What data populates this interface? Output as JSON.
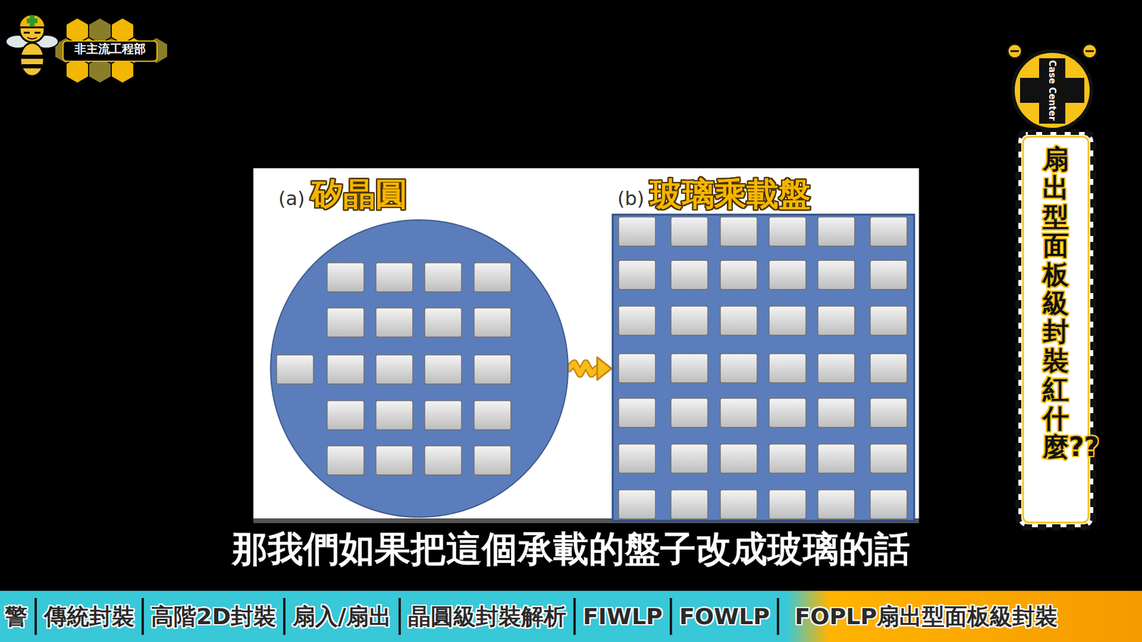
{
  "diagram": {
    "title": "扇出型面板級封裝紅什麼??",
    "caption": "那我們如果把這個承載的盤子改成玻璃的話",
    "nodes": [
      {
        "text": [
          "(a)",
          "矽晶圓"
        ]
      },
      {
        "text": [
          "(b)",
          "玻璃乘載盤"
        ]
      }
    ],
    "edges": [
      {
        "from": 0,
        "to": 1,
        "arrow": "to"
      }
    ],
    "labels": [
      "非主流工程部",
      "Case Center",
      "警",
      "傳統封裝",
      "高階2D封裝",
      "扇入/扇出",
      "晶圓級封裝解析",
      "FIWLP",
      "FOWLP",
      "FOPLP扇出型面板級封裝"
    ]
  }
}
